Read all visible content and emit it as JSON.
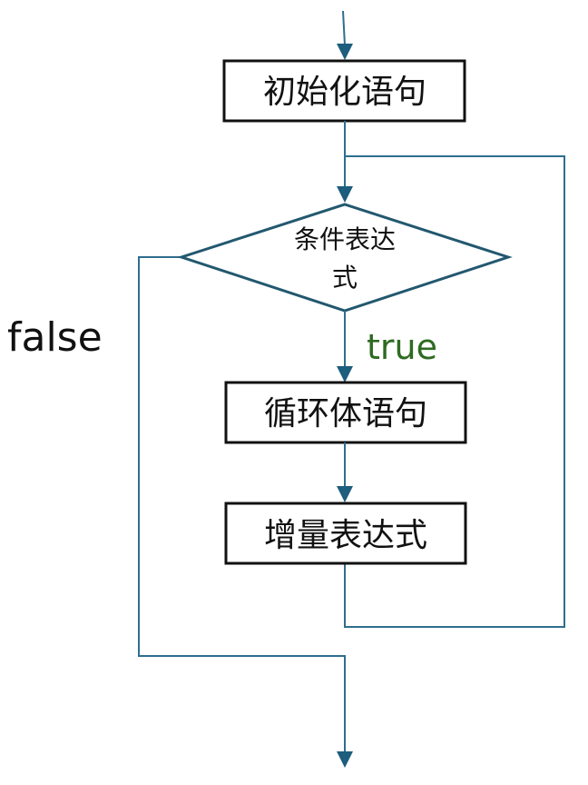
{
  "flowchart": {
    "init_statement": "初始化语句",
    "condition_line1": "条件表达",
    "condition_line2": "式",
    "loop_body": "循环体语句",
    "increment": "增量表达式",
    "true_label": "true",
    "false_label": "false"
  },
  "colors": {
    "connector": "#2e6e8e",
    "true_label": "#2e6b22",
    "box_border": "#111111"
  }
}
